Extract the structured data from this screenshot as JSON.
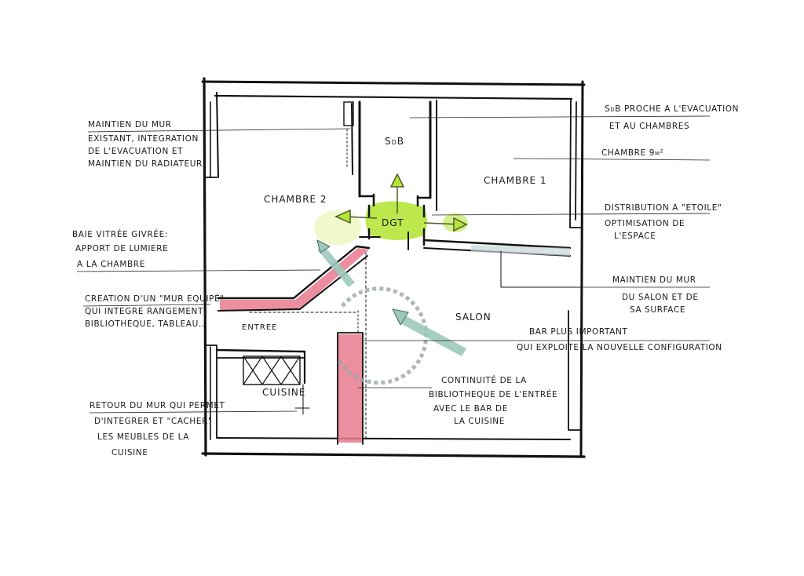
{
  "rooms": {
    "sdb": "SdB",
    "chambre1": "CHAMBRE 1",
    "chambre2": "CHAMBRE 2",
    "dgt": "DGT",
    "salon": "SALON",
    "entree": "ENTREE",
    "cuisine": "CUISINE"
  },
  "notes_left": [
    [
      "MAINTIEN DU MUR",
      "EXISTANT, INTEGRATION",
      "DE L'EVACUATION ET",
      "MAINTIEN DU RADIATEUR"
    ],
    [
      "BAIE VITRÉE GIVRÉE:",
      "APPORT DE LUMIERE",
      "A LA CHAMBRE"
    ],
    [
      "CREATION D'UN \"MUR EQUIPÉ\"",
      "QUI INTEGRE RANGEMENT,",
      "BIBLIOTHEQUE, TABLEAU..."
    ],
    [
      "RETOUR DU MUR QUI PERMET",
      "D'INTEGRER ET \"CACHER\"",
      "LES MEUBLES DE LA",
      "CUISINE"
    ]
  ],
  "notes_right": [
    [
      "SdB PROCHE A L'EVACUATION",
      "ET AU CHAMBRES"
    ],
    [
      "CHAMBRE 9m²"
    ],
    [
      "DISTRIBUTION A \"ETOILE\"",
      "OPTIMISATION DE",
      "L'ESPACE"
    ],
    [
      "MAINTIEN DU MUR",
      "DU SALON ET DE",
      "SA SURFACE"
    ],
    [
      "BAR PLUS IMPORTANT",
      "QUI EXPLOITE LA NOUVELLE CONFIGURATION"
    ]
  ],
  "note_center": [
    "CONTINUITÉ DE LA",
    "BIBLIOTHEQUE DE L'ENTRÉE",
    "AVEC LE BAR DE",
    "LA CUISINE"
  ],
  "colors": {
    "pink": "#e87a8e",
    "green": "#b6e63a",
    "teal": "#9cc9bb",
    "ink": "#111111"
  }
}
